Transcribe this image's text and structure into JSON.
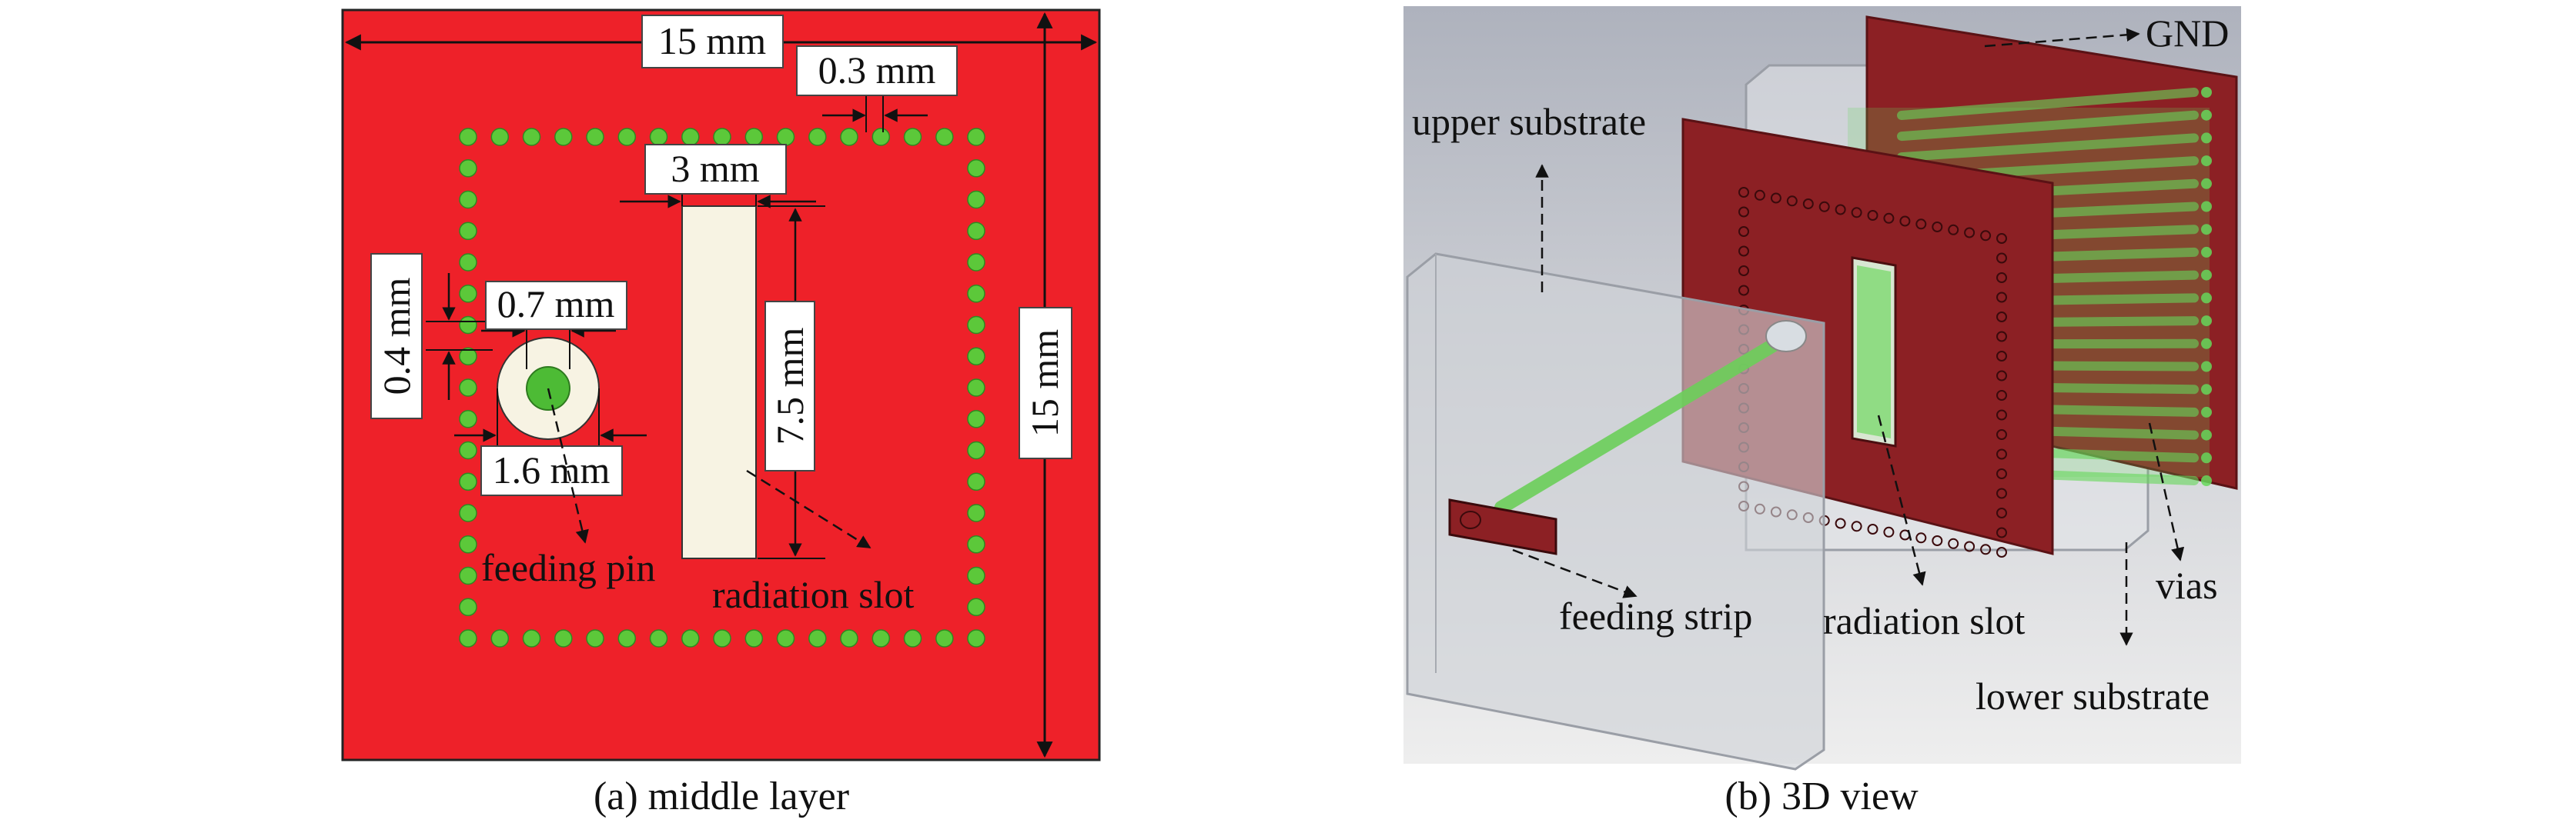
{
  "panel_a": {
    "caption": "(a) middle layer",
    "dim_width": "15 mm",
    "dim_height": "15 mm",
    "dim_via_pitch": "0.3 mm",
    "dim_slot_width": "3 mm",
    "dim_slot_length": "7.5 mm",
    "dim_pin_offset": "0.4 mm",
    "dim_pin_diameter": "0.7 mm",
    "dim_clearance_diameter": "1.6 mm",
    "label_feeding_pin": "feeding pin",
    "label_radiation_slot": "radiation slot",
    "colors": {
      "copper": "#ee2129",
      "via": "#5cc83a",
      "slot": "#f7f3e3"
    }
  },
  "panel_b": {
    "caption": "(b) 3D view",
    "label_gnd": "GND",
    "label_upper_substrate": "upper substrate",
    "label_feeding_strip": "feeding strip",
    "label_radiation_slot": "radiation slot",
    "label_vias": "vias",
    "label_lower_substrate": "lower substrate",
    "colors": {
      "metal": "#8c2024",
      "via": "#66d85a",
      "substrate": "#d6d8dc"
    }
  }
}
